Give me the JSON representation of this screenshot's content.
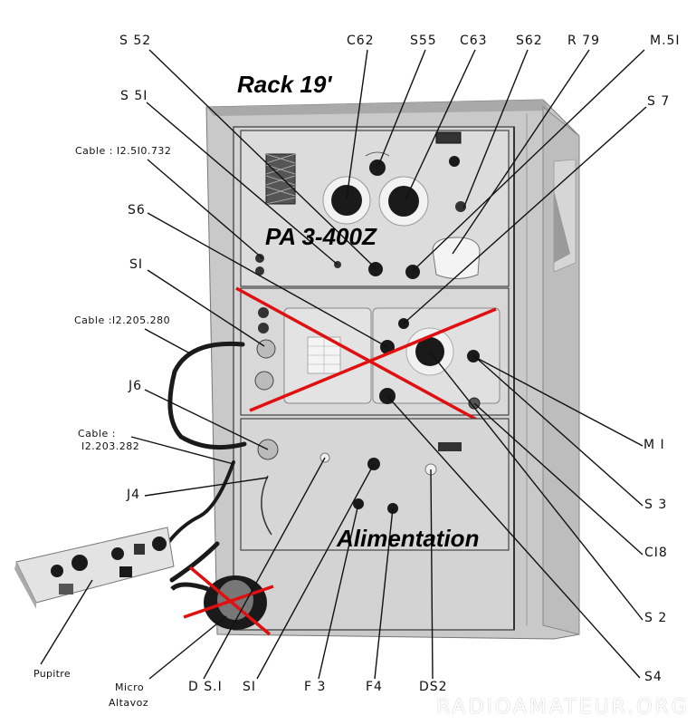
{
  "titles": {
    "rack": "Rack 19'",
    "pa": "PA 3-400Z",
    "power": "Alimentation"
  },
  "labels": {
    "s52": "S 52",
    "c62": "C62",
    "s55": "S55",
    "c63": "C63",
    "s62": "S62",
    "r79": "R 79",
    "m51": "M.5I",
    "s7": "S 7",
    "s51": "S 5I",
    "cable1": "Cable : I2.5I0.732",
    "s6": "S6",
    "s1_top": "SI",
    "cable2": "Cable :I2.205.280",
    "j6": "J6",
    "cable3_line1": "Cable :",
    "cable3_line2": "I2.203.282",
    "j4": "J4",
    "m1": "M I",
    "s3": "S 3",
    "c18": "CI8",
    "s2": "S 2",
    "s4": "S4",
    "pupitre": "Pupitre",
    "micro_line1": "Micro",
    "micro_line2": "Altavoz",
    "ds1": "D S.I",
    "s1_bottom": "SI",
    "f3": "F 3",
    "f4": "F4",
    "ds2": "DS2"
  },
  "watermark": "RADIOAMATEUR.ORG",
  "colors": {
    "cross_out": "#e01010",
    "leader": "#111111",
    "panel": "#d9d9d9",
    "cabinet": "#c8c8c8",
    "knob": "#1a1a1a"
  }
}
